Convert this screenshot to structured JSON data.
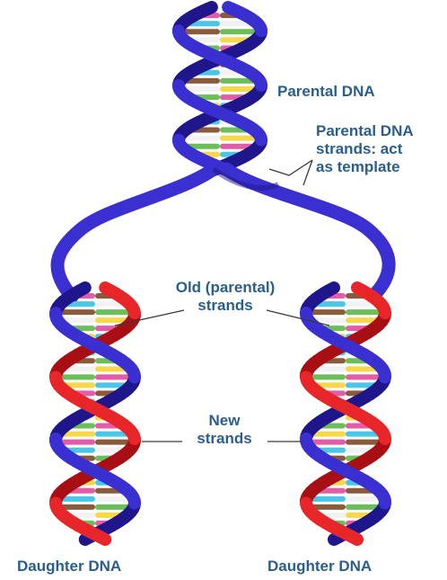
{
  "labels": {
    "parental_dna": "Parental DNA",
    "template_line1": "Parental DNA",
    "template_line2": "strands: act",
    "template_line3": "as template",
    "old_line1": "Old (parental)",
    "old_line2": "strands",
    "new_line1": "New",
    "new_line2": "strands",
    "daughter_left": "Daughter DNA",
    "daughter_right": "Daughter DNA"
  },
  "colors": {
    "parental_strand": "#3a2fd0",
    "parental_strand_dark": "#1e168a",
    "new_strand": "#e8262a",
    "new_strand_dark": "#a80f14",
    "label_text": "#2a5f8c",
    "base_pair_colors": [
      "#f7d84a",
      "#e25ca8",
      "#4cc6e8",
      "#8a5a3c",
      "#f2f2f2",
      "#6bbf5a"
    ]
  }
}
